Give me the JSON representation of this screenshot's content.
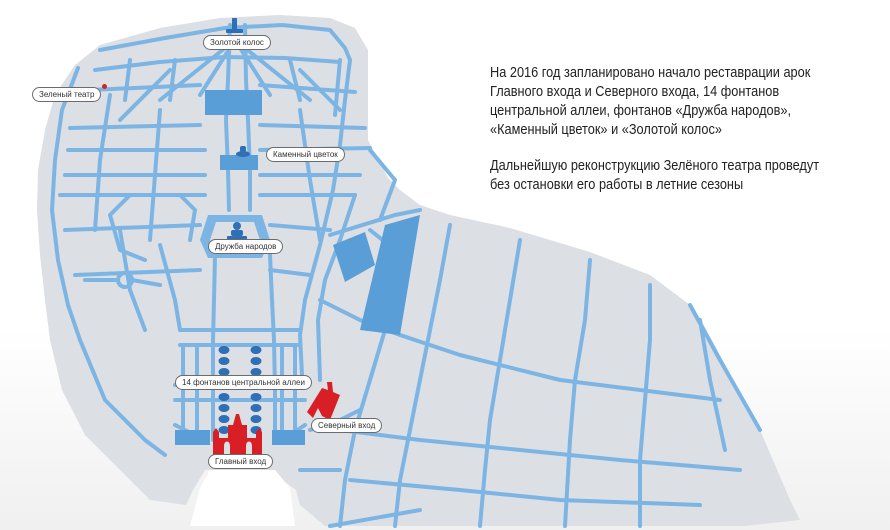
{
  "colors": {
    "land": "#dcdfe3",
    "roads": "#7cb5e4",
    "plaza": "#5a9ed8",
    "monument": "#2f6fb5",
    "fountain": "#2f6fb5",
    "arch": "#d81f26"
  },
  "labels": {
    "golden_ear": "Золотой колос",
    "green_theatre": "Зеленый театр",
    "stone_flower": "Каменный цветок",
    "friendship": "Дружба народов",
    "fountains14": "14 фонтанов центральной аллеи",
    "north_entrance": "Северный вход",
    "main_entrance": "Главный вход"
  },
  "description": {
    "paragraph1": "На 2016 год запланировано начало реставрации арок Главного входа и Северного входа, 14 фонтанов центральной аллеи, фонтанов «Дружба народов», «Каменный цветок» и «Золотой колос»",
    "paragraph2": "Дальнейшую реконструкцию Зелёного театра проведут без остановки его работы в летние сезоны"
  },
  "icons": {
    "golden_ear": "fountain-monument-icon",
    "stone_flower": "fountain-monument-icon",
    "friendship": "fountain-monument-icon",
    "north_entrance": "arch-icon",
    "main_entrance": "arch-icon"
  }
}
